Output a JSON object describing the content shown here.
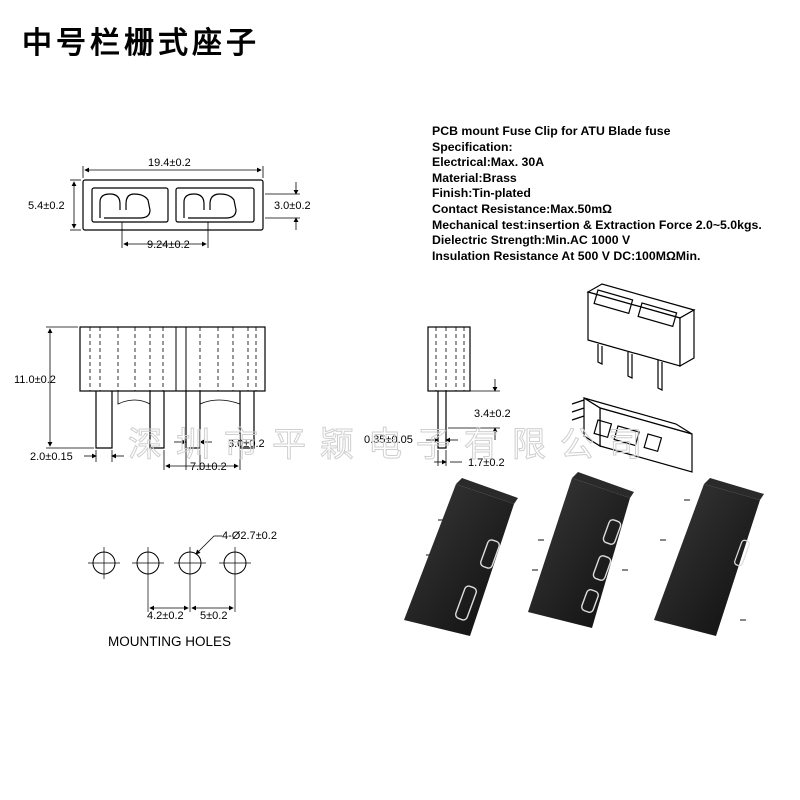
{
  "title": "中号栏栅式座子",
  "watermark": "深圳市平颖电子有限公司",
  "spec": {
    "lines": [
      "PCB mount Fuse Clip for ATU Blade fuse",
      "Specification:",
      "Electrical:Max. 30A",
      "Material:Brass",
      "Finish:Tin-plated",
      "Contact Resistance:Max.50mΩ",
      "Mechanical test:insertion & Extraction Force 2.0~5.0kgs.",
      "Dielectric Strength:Min.AC 1000 V",
      "Insulation Resistance At 500 V DC:100MΩMin."
    ]
  },
  "dimensions": {
    "top_width": "19.4±0.2",
    "top_height": "5.4±0.2",
    "top_slot": "3.0±0.2",
    "top_pitch": "9.24±0.2",
    "front_height": "11.0±0.2",
    "front_pin_width": "2.0±0.15",
    "front_slot": "3.0±0.2",
    "front_pitch": "7.0±0.2",
    "side_pin_height": "3.4±0.2",
    "side_thickness": "0.35±0.05",
    "side_width": "1.7±0.2",
    "hole_dia": "4-Ø2.7±0.2",
    "hole_pitch_a": "4.2±0.2",
    "hole_pitch_b": "5±0.2"
  },
  "caption": "MOUNTING HOLES"
}
